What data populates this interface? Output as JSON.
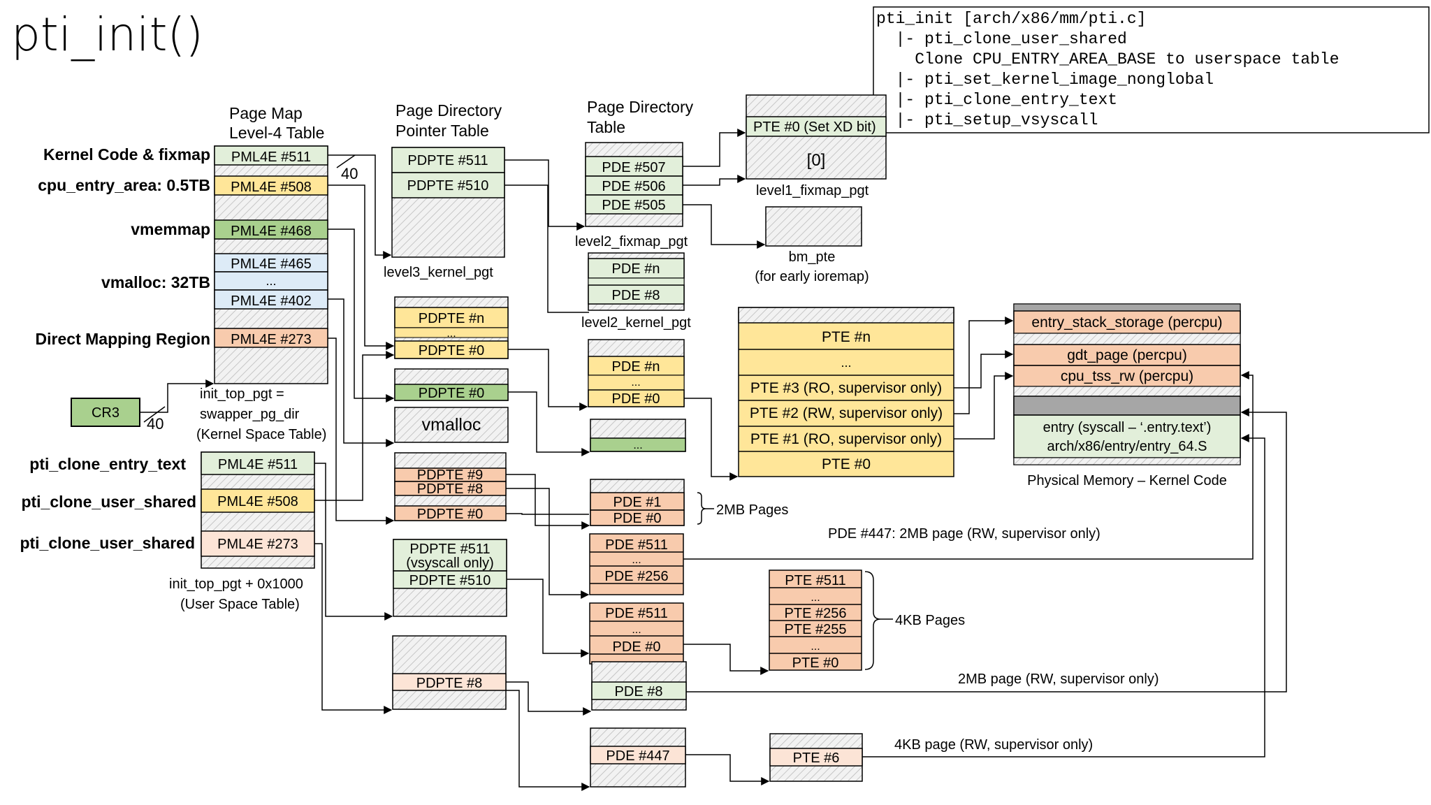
{
  "slide_title": "pti_init()",
  "code_box": {
    "lines": [
      "pti_init [arch/x86/mm/pti.c]",
      "  |- pti_clone_user_shared",
      "    Clone CPU_ENTRY_AREA_BASE to userspace table",
      "  |- pti_set_kernel_image_nonglobal",
      "  |- pti_clone_entry_text",
      "  |- pti_setup_vsyscall"
    ]
  },
  "headers": {
    "pml4": [
      "Page Map",
      "Level-4 Table"
    ],
    "pdpt": [
      "Page Directory",
      "Pointer Table"
    ],
    "pd": [
      "Page Directory",
      "Table"
    ]
  },
  "region_labels": {
    "kernel_code": "Kernel Code & fixmap",
    "cpu_entry": "cpu_entry_area: 0.5TB",
    "vmemmap": "vmemmap",
    "vmalloc": "vmalloc: 32TB",
    "direct_map": "Direct Mapping Region",
    "pti_entry_text": "pti_clone_entry_text",
    "pti_user_shared_1": "pti_clone_user_shared",
    "pti_user_shared_2": "pti_clone_user_shared"
  },
  "entries": {
    "pml4e_511": "PML4E #511",
    "pml4e_508": "PML4E #508",
    "pml4e_468": "PML4E #468",
    "pml4e_465": "PML4E #465",
    "ellipsis": "...",
    "pml4e_402": "PML4E #402",
    "pml4e_273": "PML4E #273",
    "pdpte_511": "PDPTE #511",
    "pdpte_510": "PDPTE #510",
    "pde_507": "PDE #507",
    "pde_506": "PDE #506",
    "pde_505": "PDE #505",
    "pte_0_xd": "PTE #0 (Set XD bit)",
    "idx_0": "[0]",
    "pde_n": "PDE #n",
    "pde_8": "PDE #8",
    "pdpte_n": "PDPTE #n",
    "pdpte_0": "PDPTE #0",
    "vmalloc": "vmalloc",
    "pdpte_9": "PDPTE #9",
    "pdpte_8": "PDPTE #8",
    "pde_1": "PDE #1",
    "pde_0": "PDE #0",
    "pdpte_511_vsys_1": "PDPTE #511",
    "pdpte_511_vsys_2": "(vsyscall only)",
    "pde_511": "PDE #511",
    "pde_256": "PDE #256",
    "pde_447": "PDE #447",
    "pte_n": "PTE #n",
    "pte_3": "PTE #3 (RO, supervisor only)",
    "pte_2": "PTE #2 (RW, supervisor only)",
    "pte_1": "PTE #1 (RO, supervisor only)",
    "pte_0": "PTE #0",
    "pte_511": "PTE #511",
    "pte_256": "PTE #256",
    "pte_255": "PTE #255",
    "pte_6": "PTE #6",
    "entry_stack": "entry_stack_storage (percpu)",
    "gdt_page": "gdt_page (percpu)",
    "cpu_tss": "cpu_tss_rw (percpu)",
    "entry_syscall": "entry (syscall – ‘.entry.text’)",
    "entry_64": "arch/x86/entry/entry_64.S",
    "cr3": "CR3",
    "forty": "40"
  },
  "captions": {
    "level3_kernel": "level3_kernel_pgt",
    "level2_fixmap": "level2_fixmap_pgt",
    "level1_fixmap": "level1_fixmap_pgt",
    "bm_pte": [
      "bm_pte",
      "(for early ioremap)"
    ],
    "level2_kernel": "level2_kernel_pgt",
    "init_top": [
      "init_top_pgt =",
      "swapper_pg_dir",
      "(Kernel Space Table)"
    ],
    "user_table": [
      "init_top_pgt + 0x1000",
      "(User Space Table)"
    ],
    "phys_mem": "Physical Memory – Kernel Code",
    "mb2_pages": "2MB Pages",
    "kb4_pages": "4KB Pages",
    "pde447_note": "PDE #447: 2MB page (RW, supervisor only)",
    "mb2_page_note": "2MB page (RW, supervisor only)",
    "kb4_page_note": "4KB page (RW, supervisor only)"
  },
  "colors": {
    "green_light": "#e2efda",
    "green_dark": "#a9d08e",
    "yellow": "#ffe699",
    "blue_light": "#ddebf7",
    "orange": "#f8cbad",
    "peach": "#fce4d6",
    "gray_bar": "#a6a6a6",
    "cr3_green": "#a9d08e"
  }
}
